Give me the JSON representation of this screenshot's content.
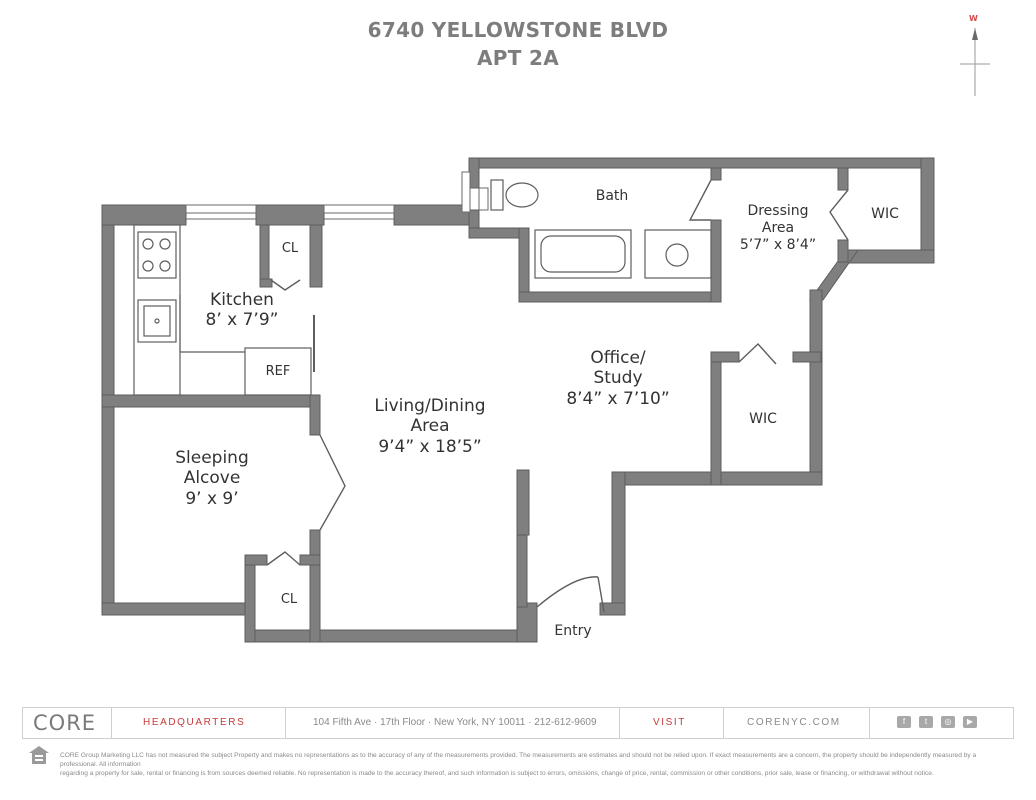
{
  "header": {
    "address": "6740 YELLOWSTONE BLVD",
    "unit": "APT 2A"
  },
  "compass": {
    "label": "W"
  },
  "rooms": {
    "kitchen": {
      "name": "Kitchen",
      "dims": "8’ x 7’9”"
    },
    "closet_kitchen": {
      "name": "CL"
    },
    "ref": {
      "name": "REF"
    },
    "bath": {
      "name": "Bath"
    },
    "dressing": {
      "name_line1": "Dressing",
      "name_line2": "Area",
      "dims": "5’7” x 8’4”"
    },
    "wic_top": {
      "name": "WIC"
    },
    "office": {
      "name_line1": "Office/",
      "name_line2": "Study",
      "dims": "8’4” x 7’10”"
    },
    "wic_mid": {
      "name": "WIC"
    },
    "living": {
      "name_line1": "Living/Dining",
      "name_line2": "Area",
      "dims": "9’4” x 18’5”"
    },
    "sleeping": {
      "name_line1": "Sleeping",
      "name_line2": "Alcove",
      "dims": "9’ x 9’"
    },
    "closet_sleep": {
      "name": "CL"
    },
    "entry": {
      "name": "Entry"
    }
  },
  "footer": {
    "logo": "CORE",
    "headquarters_label": "HEADQUARTERS",
    "address": "104 Fifth Ave · 17th Floor · New York, NY 10011 · 212-612-9609",
    "visit_label": "VISIT",
    "website": "CORENYC.COM",
    "social_icons": [
      "facebook-icon",
      "twitter-icon",
      "instagram-icon",
      "youtube-icon"
    ]
  },
  "disclaimer": {
    "line1": "CORE Group Marketing LLC has not measured the subject Property and makes no representations as to the accuracy of any of the measurements provided. The measurements are estimates and should not be relied upon. If exact measurements are a concern, the property should be independently measured by a professional. All information",
    "line2": "regarding a property for sale, rental or financing is from sources deemed reliable. No representation is made to the accuracy thereof, and such information is subject to errors, omissions, change of price, rental, commission or other conditions, prior sale, lease or financing, or withdrawal without notice."
  },
  "colors": {
    "wall": "#7f7f7f",
    "accent_red": "#c73a3a",
    "title_gray": "#7d7d7d"
  }
}
